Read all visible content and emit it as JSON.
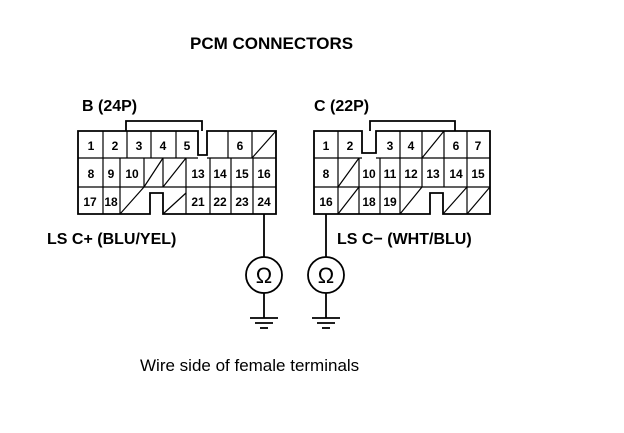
{
  "title": "PCM CONNECTORS",
  "connector_b": {
    "label": "B (24P)",
    "pins": [
      "1",
      "2",
      "3",
      "4",
      "5",
      "6",
      "8",
      "9",
      "10",
      "13",
      "14",
      "15",
      "16",
      "17",
      "18",
      "21",
      "22",
      "23",
      "24"
    ]
  },
  "connector_c": {
    "label": "C (22P)",
    "pins": [
      "1",
      "2",
      "3",
      "4",
      "6",
      "7",
      "8",
      "10",
      "11",
      "12",
      "13",
      "14",
      "15",
      "16",
      "18",
      "19"
    ]
  },
  "probe_left": {
    "text": "LS C+ (BLU/YEL)",
    "meter_symbol": "Ω"
  },
  "probe_right": {
    "text": "LS C− (WHT/BLU)",
    "meter_symbol": "Ω"
  },
  "caption": "Wire side of female terminals"
}
